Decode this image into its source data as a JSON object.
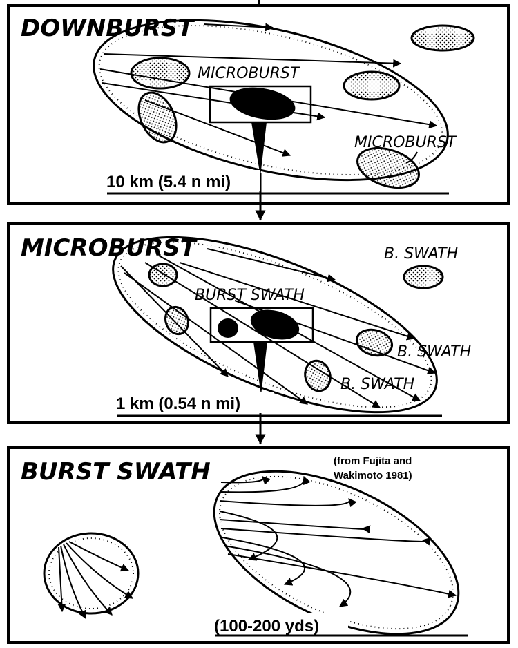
{
  "panels": [
    {
      "id": "downburst",
      "title": "DOWNBURST",
      "labels": [
        "MICROBURST",
        "MICROBURST"
      ],
      "scale": "10 km (5.4 n mi)"
    },
    {
      "id": "microburst",
      "title": "MICROBURST",
      "labels": [
        "BURST SWATH",
        "B. SWATH",
        "B. SWATH",
        "B. SWATH"
      ],
      "scale": "1 km (0.54 n mi)"
    },
    {
      "id": "burst-swath",
      "title": "BURST SWATH",
      "citation_line1": "(from Fujita and",
      "citation_line2": "Wakimoto 1981)",
      "scale": "(100-200 yds)"
    }
  ],
  "colors": {
    "ink": "#000000",
    "paper": "#ffffff"
  }
}
